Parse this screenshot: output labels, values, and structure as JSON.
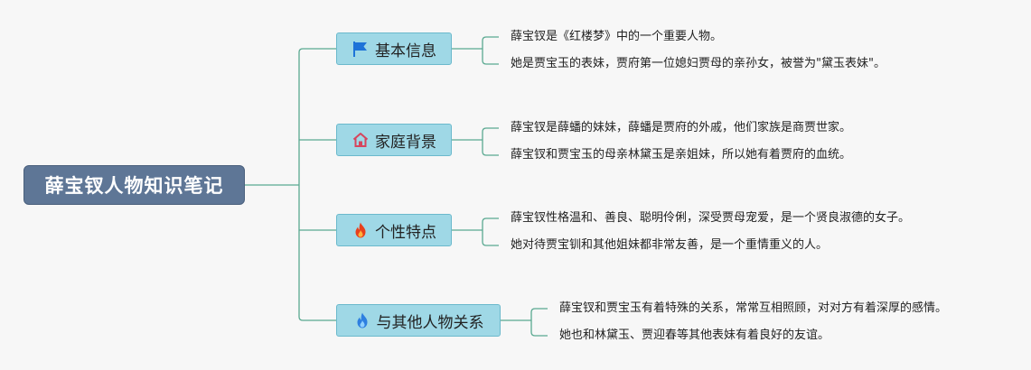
{
  "root": {
    "title": "薛宝钗人物知识笔记"
  },
  "branches": [
    {
      "label": "基本信息",
      "icon": "flag-icon",
      "icon_color": "#1e73d8",
      "leaves": [
        "薛宝钗是《红楼梦》中的一个重要人物。",
        "她是贾宝玉的表妹，贾府第一位媳妇贾母的亲孙女，被誉为\"黛玉表妹\"。"
      ]
    },
    {
      "label": "家庭背景",
      "icon": "house-icon",
      "icon_color": "#d6455d",
      "leaves": [
        "薛宝钗是薛蟠的妹妹，薛蟠是贾府的外戚，他们家族是商贾世家。",
        "薛宝钗和贾宝玉的母亲林黛玉是亲姐妹，所以她有着贾府的血统。"
      ]
    },
    {
      "label": "个性特点",
      "icon": "fire-icon",
      "icon_color": "#e8401c",
      "leaves": [
        "薛宝钗性格温和、善良、聪明伶俐，深受贾母宠爱，是一个贤良淑德的女子。",
        "她对待贾宝钏和其他姐妹都非常友善，是一个重情重义的人。"
      ]
    },
    {
      "label": "与其他人物关系",
      "icon": "flame-icon",
      "icon_color": "#2d7fe0",
      "leaves": [
        "薛宝钗和贾宝玉有着特殊的关系，常常互相照顾，对对方有着深厚的感情。",
        "她也和林黛玉、贾迎春等其他表妹有着良好的友谊。"
      ]
    }
  ],
  "colors": {
    "root_fill": "#5e7696",
    "branch_fill": "#9fd8e6",
    "connector": "#5aa991",
    "background": "#f7f7f7"
  }
}
